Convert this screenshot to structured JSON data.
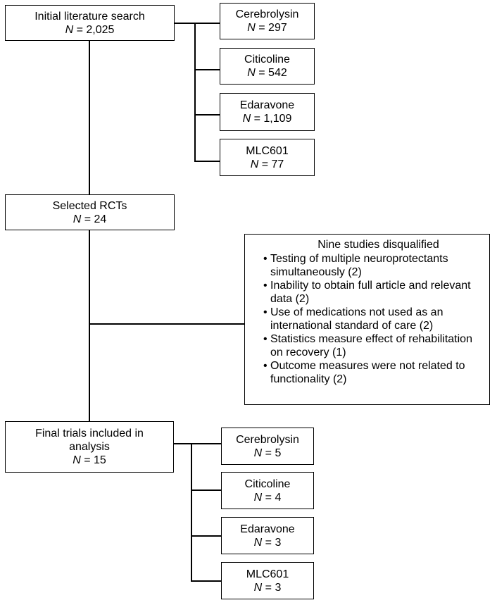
{
  "initial": {
    "title": "Initial literature search",
    "n_prefix": "N",
    "n_value": " = 2,025"
  },
  "initial_split": [
    {
      "name": "Cerebrolysin",
      "n_prefix": "N",
      "n_value": " = 297"
    },
    {
      "name": "Citicoline",
      "n_prefix": "N",
      "n_value": " = 542"
    },
    {
      "name": "Edaravone",
      "n_prefix": "N",
      "n_value": " = 1,109"
    },
    {
      "name": "MLC601",
      "n_prefix": "N",
      "n_value": " = 77"
    }
  ],
  "selected": {
    "title": "Selected RCTs",
    "n_prefix": "N",
    "n_value": " = 24"
  },
  "excluded": {
    "heading": "Nine studies disqualified",
    "bullet": "•",
    "items": [
      "Testing of multiple neuroprotectants simultaneously (2)",
      "Inability to obtain full article and relevant data (2)",
      "Use of medications not used as an international standard of care (2)",
      "Statistics measure effect of rehabilitation on recovery (1)",
      "Outcome measures were not related to functionality (2)"
    ]
  },
  "final": {
    "title": "Final trials included in analysis",
    "n_prefix": "N",
    "n_value": " = 15"
  },
  "final_split": [
    {
      "name": "Cerebrolysin",
      "n_prefix": "N",
      "n_value": " = 5"
    },
    {
      "name": "Citicoline",
      "n_prefix": "N",
      "n_value": " = 4"
    },
    {
      "name": "Edaravone",
      "n_prefix": "N",
      "n_value": " = 3"
    },
    {
      "name": "MLC601",
      "n_prefix": "N",
      "n_value": " = 3"
    }
  ]
}
